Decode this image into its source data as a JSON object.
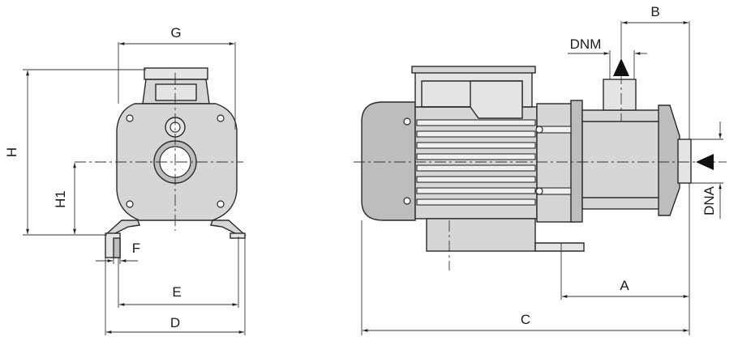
{
  "front_view": {
    "labels": {
      "g": "G",
      "h": "H",
      "h1": "H1",
      "f": "F",
      "e": "E",
      "d": "D"
    }
  },
  "side_view": {
    "labels": {
      "b": "B",
      "dnm": "DNM",
      "dna": "DNA",
      "a": "A",
      "c": "C"
    }
  }
}
